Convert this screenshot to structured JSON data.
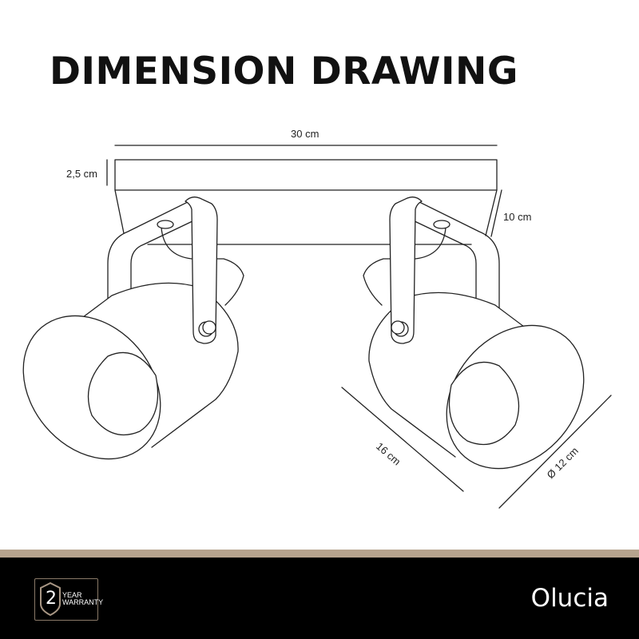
{
  "title": "DIMENSION DRAWING",
  "dimensions": {
    "width": "30 cm",
    "plate_height": "2,5 cm",
    "depth": "10 cm",
    "length": "16 cm",
    "diameter": "Ø 12 cm"
  },
  "footer": {
    "warranty_number": "2",
    "warranty_line1": "YEAR",
    "warranty_line2": "WARRANTY",
    "brand": "Olucia",
    "accent_color": "#b7a48e"
  }
}
